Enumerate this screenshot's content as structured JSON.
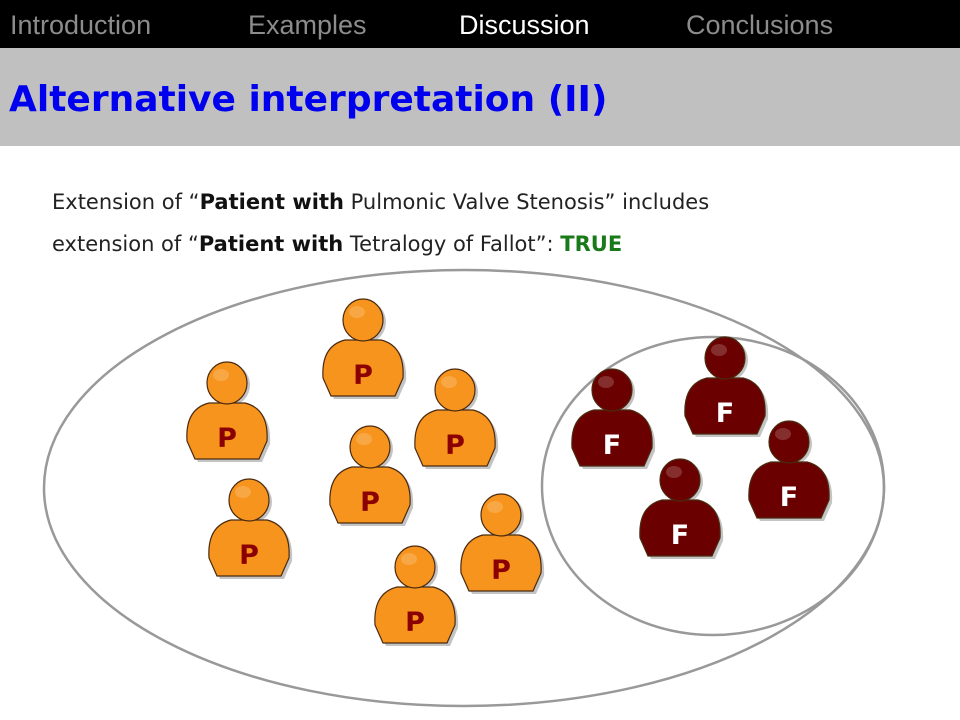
{
  "nav": {
    "items": [
      {
        "label": "Introduction"
      },
      {
        "label": "Examples"
      },
      {
        "label": "Discussion"
      },
      {
        "label": "Conclusions"
      }
    ],
    "active_index": 2
  },
  "title": "Alternative interpretation (II)",
  "statement": {
    "line1": {
      "prefix": "Extension of “",
      "bold": "Patient with",
      "rest": " Pulmonic Valve Stenosis” includes"
    },
    "line2": {
      "prefix": "extension of “",
      "bold": "Patient with",
      "rest": " Tetralogy of Fallot”: ",
      "truth_value": "TRUE"
    }
  },
  "diagram": {
    "outer_set_people": [
      "P",
      "P",
      "P",
      "P",
      "P",
      "P",
      "P"
    ],
    "inner_set_people": [
      "F",
      "F",
      "F",
      "F"
    ]
  },
  "colors": {
    "nav_background": "#000000",
    "nav_active": "#ffffff",
    "nav_inactive": "#8c8c8c",
    "title_bar": "#c0c0c0",
    "title_text": "#0000ee",
    "truth_text": "#1a7a1a",
    "person_p_fill": "#f7941d",
    "person_p_text": "#8b0000",
    "person_f_fill": "#6b0000",
    "person_f_text": "#ffffff"
  }
}
